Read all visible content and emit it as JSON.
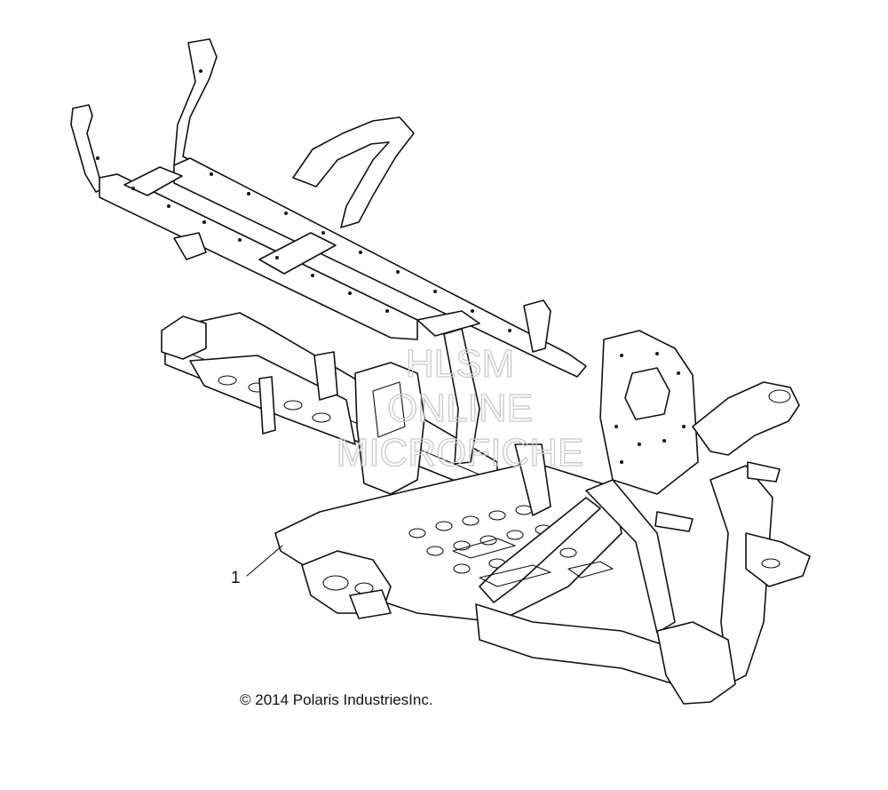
{
  "diagram": {
    "part_callouts": [
      {
        "number": "1"
      }
    ],
    "watermark": {
      "lines": [
        "HLSM",
        "ONLINE",
        "MICROFICHE"
      ]
    },
    "copyright": "© 2014 Polaris IndustriesInc."
  }
}
